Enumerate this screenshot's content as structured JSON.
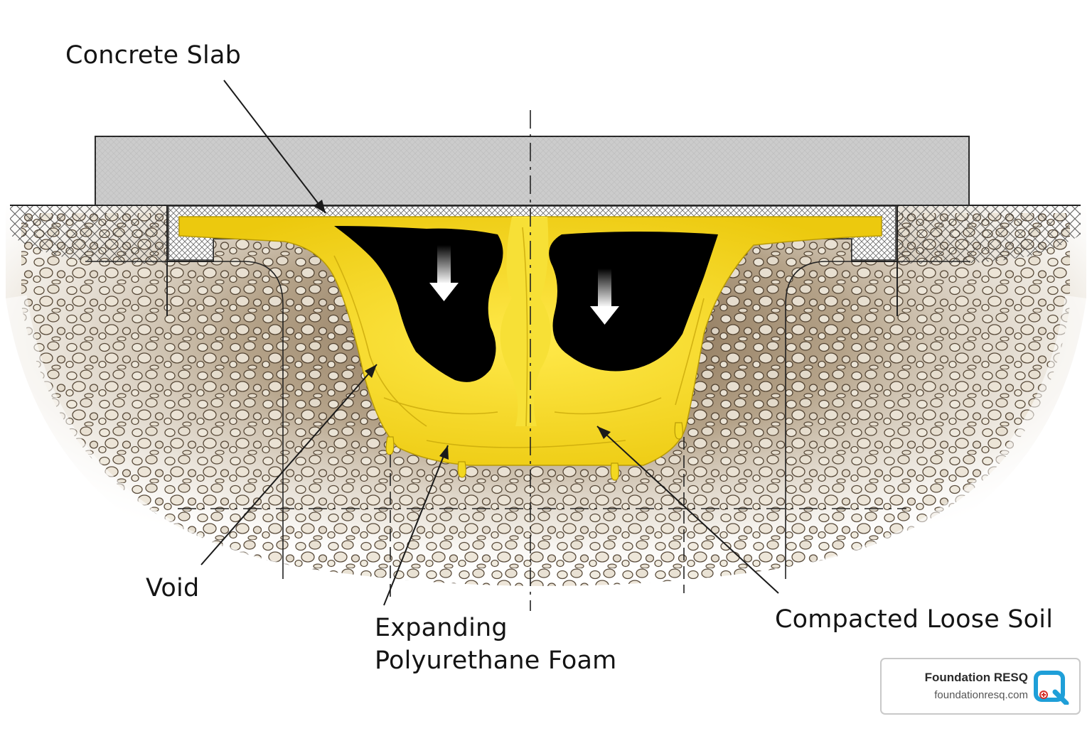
{
  "labels": {
    "concrete_slab": "Concrete Slab",
    "void": "Void",
    "foam_line1": "Expanding",
    "foam_line2": "Polyurethane Foam",
    "soil": "Compacted Loose Soil"
  },
  "brand": {
    "name": "Foundation RESQ",
    "url": "foundationresq.com",
    "logo_icon": "resq-q-logo-icon"
  },
  "colors": {
    "slab": "#c8c8c8",
    "foam": "#f3d820",
    "void": "#000000",
    "soil": "#8a7254",
    "logo": "#1f9fd8",
    "logo_accent": "#d8322a"
  }
}
